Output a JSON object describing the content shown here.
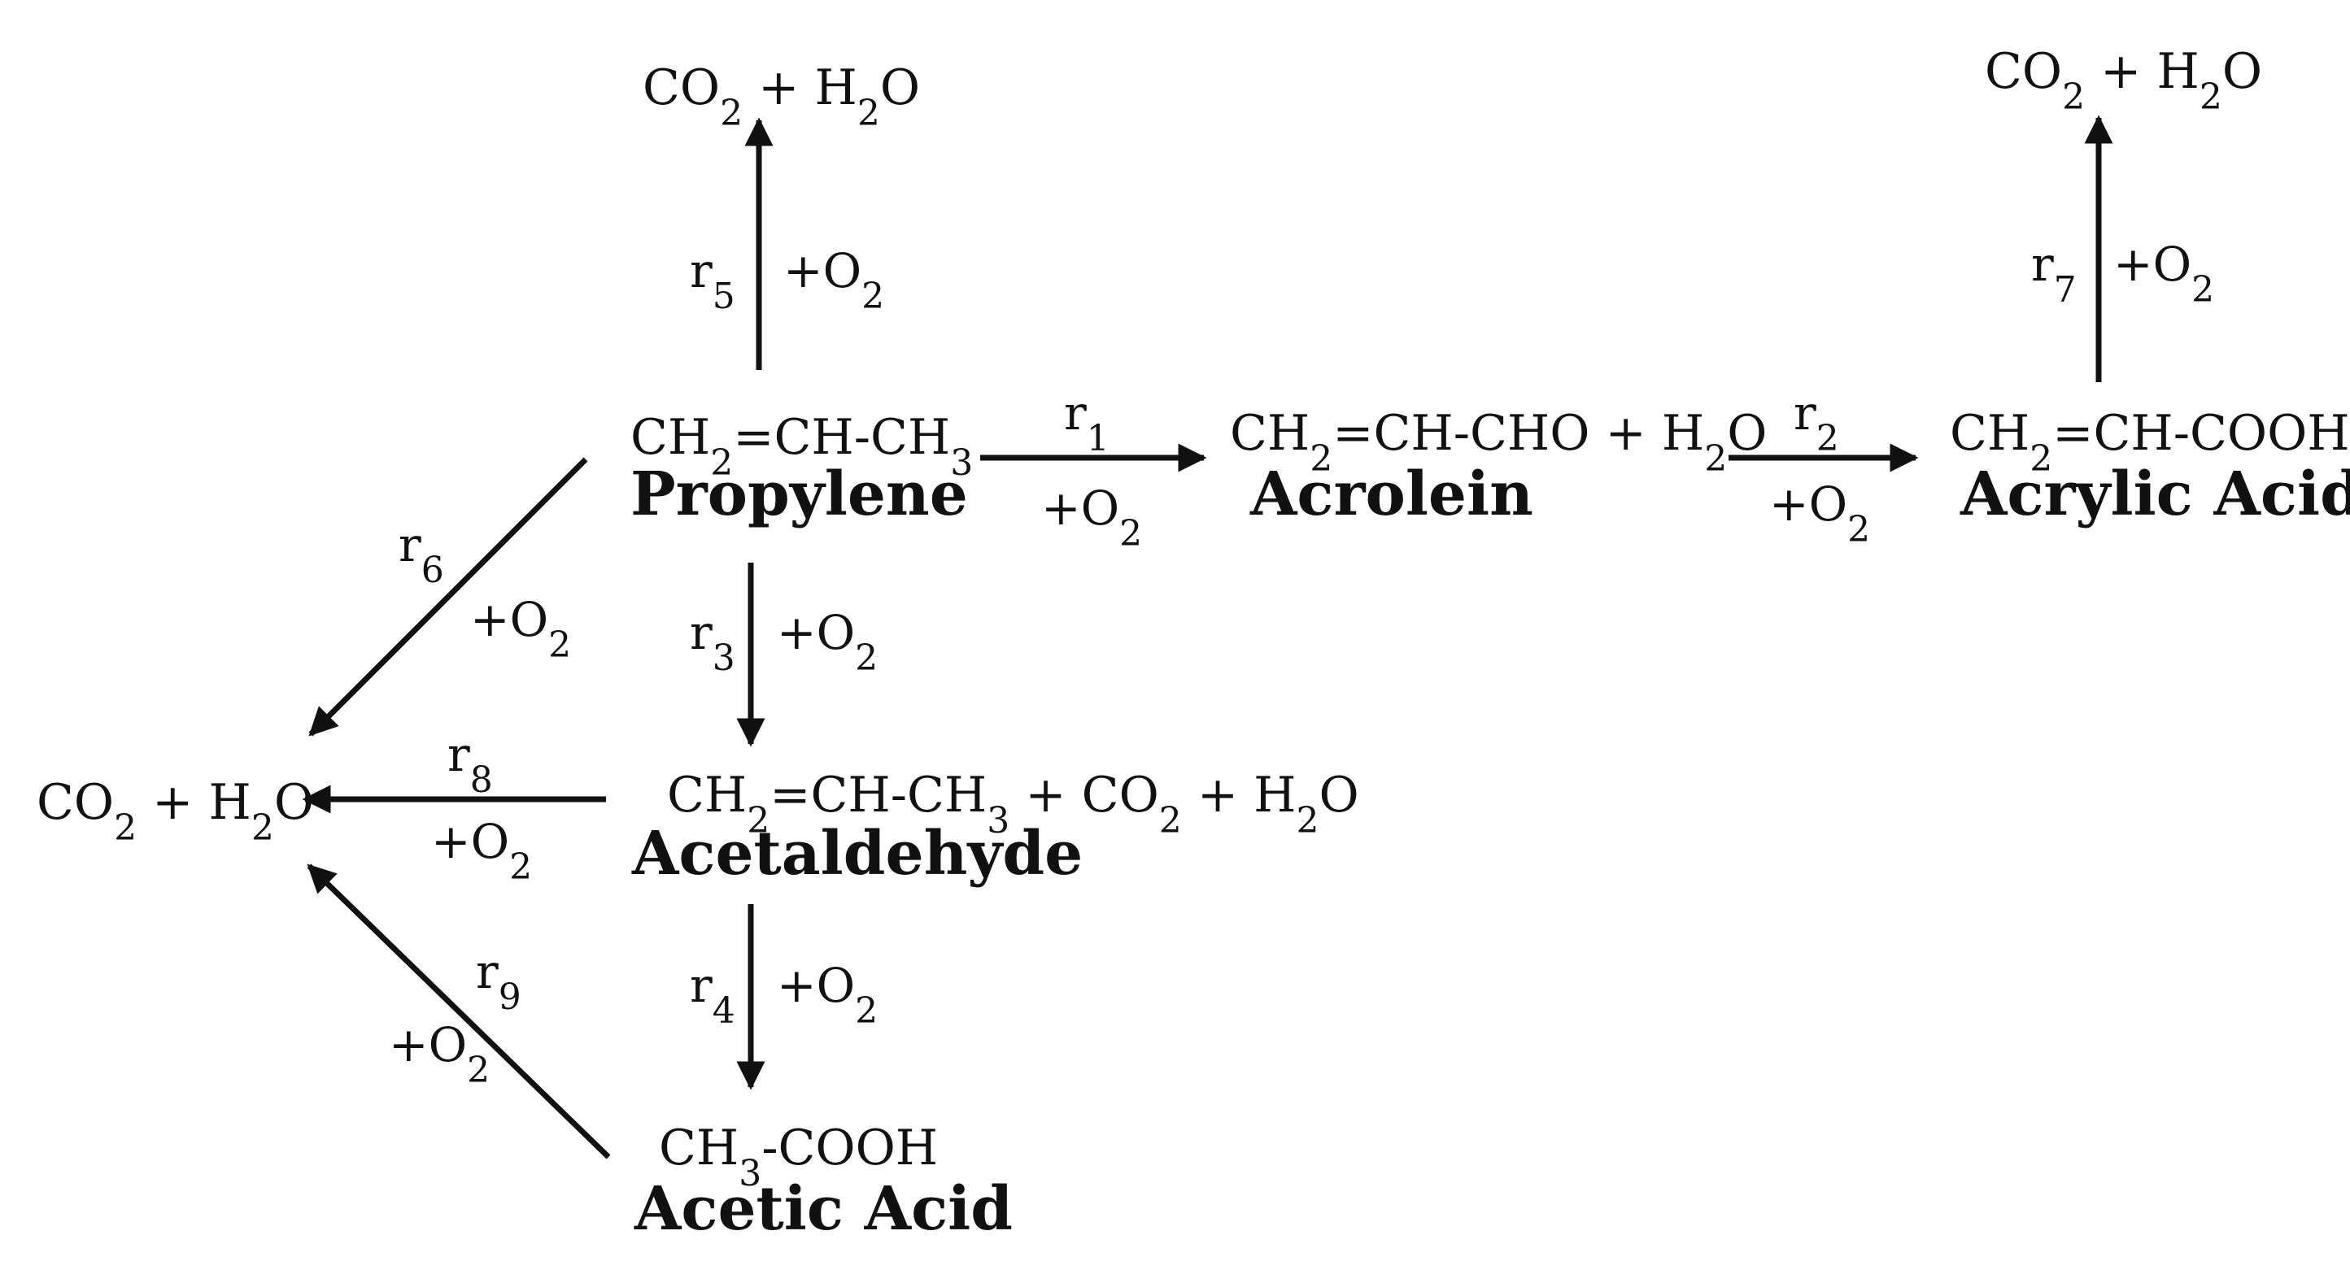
{
  "species": {
    "propylene": {
      "formula": [
        {
          "t": "CH"
        },
        {
          "t": "2",
          "sub": true
        },
        {
          "t": "=CH-CH"
        },
        {
          "t": "3",
          "sub": true
        }
      ],
      "name": "Propylene"
    },
    "acrolein": {
      "formula": [
        {
          "t": "CH"
        },
        {
          "t": "2",
          "sub": true
        },
        {
          "t": "=CH-CHO + H"
        },
        {
          "t": "2",
          "sub": true
        },
        {
          "t": "O"
        }
      ],
      "name": "Acrolein"
    },
    "acrylic_acid": {
      "formula": [
        {
          "t": "CH"
        },
        {
          "t": "2",
          "sub": true
        },
        {
          "t": "=CH-COOH"
        }
      ],
      "name": "Acrylic Acid"
    },
    "acetaldehyde": {
      "formula": [
        {
          "t": "CH"
        },
        {
          "t": "2",
          "sub": true
        },
        {
          "t": "=CH-CH"
        },
        {
          "t": "3",
          "sub": true
        },
        {
          "t": " + CO"
        },
        {
          "t": "2",
          "sub": true
        },
        {
          "t": " + H"
        },
        {
          "t": "2",
          "sub": true
        },
        {
          "t": "O"
        }
      ],
      "name": "Acetaldehyde"
    },
    "acetic_acid": {
      "formula": [
        {
          "t": "CH"
        },
        {
          "t": "3",
          "sub": true
        },
        {
          "t": "-COOH"
        }
      ],
      "name": "Acetic Acid"
    },
    "co2_h2o": [
      {
        "t": "CO"
      },
      {
        "t": "2",
        "sub": true
      },
      {
        "t": " + H"
      },
      {
        "t": "2",
        "sub": true
      },
      {
        "t": "O"
      }
    ]
  },
  "reactions": [
    {
      "id": "r1",
      "rate": [
        {
          "t": "r"
        },
        {
          "t": "1",
          "sub": true
        }
      ],
      "oxidant": [
        {
          "t": "+O"
        },
        {
          "t": "2",
          "sub": true
        }
      ],
      "from": "Propylene",
      "to": "Acrolein"
    },
    {
      "id": "r2",
      "rate": [
        {
          "t": "r"
        },
        {
          "t": "2",
          "sub": true
        }
      ],
      "oxidant": [
        {
          "t": "+O"
        },
        {
          "t": "2",
          "sub": true
        }
      ],
      "from": "Acrolein",
      "to": "Acrylic Acid"
    },
    {
      "id": "r3",
      "rate": [
        {
          "t": "r"
        },
        {
          "t": "3",
          "sub": true
        }
      ],
      "oxidant": [
        {
          "t": "+O"
        },
        {
          "t": "2",
          "sub": true
        }
      ],
      "from": "Propylene",
      "to": "Acetaldehyde"
    },
    {
      "id": "r4",
      "rate": [
        {
          "t": "r"
        },
        {
          "t": "4",
          "sub": true
        }
      ],
      "oxidant": [
        {
          "t": "+O"
        },
        {
          "t": "2",
          "sub": true
        }
      ],
      "from": "Acetaldehyde",
      "to": "Acetic Acid"
    },
    {
      "id": "r5",
      "rate": [
        {
          "t": "r"
        },
        {
          "t": "5",
          "sub": true
        }
      ],
      "oxidant": [
        {
          "t": "+O"
        },
        {
          "t": "2",
          "sub": true
        }
      ],
      "from": "Propylene",
      "to": "CO2 + H2O"
    },
    {
      "id": "r6",
      "rate": [
        {
          "t": "r"
        },
        {
          "t": "6",
          "sub": true
        }
      ],
      "oxidant": [
        {
          "t": "+O"
        },
        {
          "t": "2",
          "sub": true
        }
      ],
      "from": "Propylene",
      "to": "CO2 + H2O"
    },
    {
      "id": "r7",
      "rate": [
        {
          "t": "r"
        },
        {
          "t": "7",
          "sub": true
        }
      ],
      "oxidant": [
        {
          "t": "+O"
        },
        {
          "t": "2",
          "sub": true
        }
      ],
      "from": "Acrylic Acid",
      "to": "CO2 + H2O"
    },
    {
      "id": "r8",
      "rate": [
        {
          "t": "r"
        },
        {
          "t": "8",
          "sub": true
        }
      ],
      "oxidant": [
        {
          "t": "+O"
        },
        {
          "t": "2",
          "sub": true
        }
      ],
      "from": "Acetaldehyde",
      "to": "CO2 + H2O"
    },
    {
      "id": "r9",
      "rate": [
        {
          "t": "r"
        },
        {
          "t": "9",
          "sub": true
        }
      ],
      "oxidant": [
        {
          "t": "+O"
        },
        {
          "t": "2",
          "sub": true
        }
      ],
      "from": "Acetic Acid",
      "to": "CO2 + H2O"
    }
  ]
}
